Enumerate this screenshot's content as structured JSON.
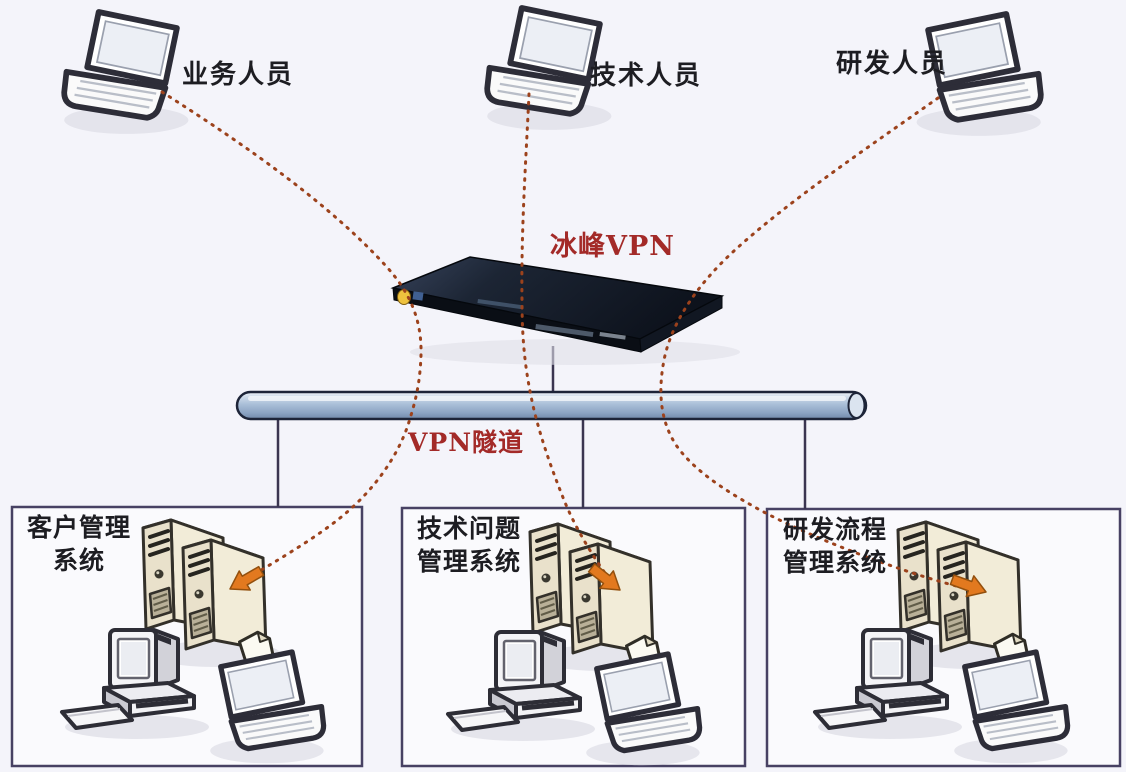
{
  "actors": [
    {
      "label": "业务人员"
    },
    {
      "label": "技术人员"
    },
    {
      "label": "研发人员"
    }
  ],
  "vpn_device": {
    "label": "冰峰VPN"
  },
  "tunnel": {
    "label": "VPN隧道"
  },
  "systems": [
    {
      "label_line1": "客户管理",
      "label_line2": "系统"
    },
    {
      "label_line1": "技术问题",
      "label_line2": "管理系统"
    },
    {
      "label_line1": "研发流程",
      "label_line2": "管理系统"
    }
  ],
  "icons": {
    "laptop": "laptop-icon",
    "vpn_appliance": "vpn-appliance-icon",
    "tunnel_pipe": "tunnel-pipe",
    "server_pair": "server-pair-icon",
    "desktop_computer": "desktop-computer-icon",
    "arrow": "arrow-icon"
  },
  "colors": {
    "background": "#f4f4fa",
    "label_red": "#a32a28",
    "label_black": "#1d1d22",
    "dotted_line": "#9c421c",
    "arrow_orange": "#e2791f",
    "tunnel_pipe": "#a9bdd8",
    "appliance_dark": "#161d29",
    "box_border": "#474163",
    "server_body": "#f2ecd8"
  }
}
